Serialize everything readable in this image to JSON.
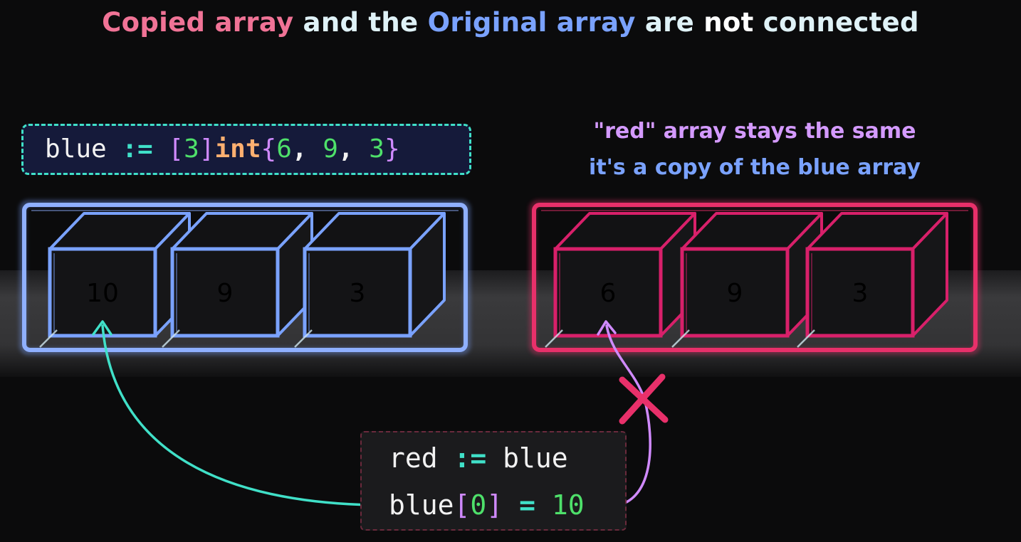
{
  "title": {
    "part1": "Copied array",
    "part2": " and the ",
    "part3": "Original array",
    "part4": " are ",
    "part5": "not",
    "part6": " connected"
  },
  "declaration": {
    "var": "blue",
    "op": " := ",
    "bracket_open": "[",
    "size": "3",
    "bracket_close": "]",
    "type": "int",
    "brace_open": "{",
    "v1": "6",
    "comma1": ", ",
    "v2": "9",
    "comma2": ", ",
    "v3": "3",
    "brace_close": "}"
  },
  "note": {
    "line1": "\"red\" array stays the same",
    "line2": "it's a copy of the blue array"
  },
  "blue_array": {
    "cells": [
      "10",
      "9",
      "3"
    ]
  },
  "red_array": {
    "cells": [
      "6",
      "9",
      "3"
    ]
  },
  "snippet": {
    "line1": {
      "lhs": "red",
      "op": " := ",
      "rhs": "blue"
    },
    "line2": {
      "var": "blue",
      "bracket_open": "[",
      "index": "0",
      "bracket_close": "]",
      "op": " = ",
      "value": "10"
    }
  },
  "colors": {
    "blue_accent": "#7aa2ff",
    "red_accent": "#e8306a",
    "teal": "#40e0c8",
    "purple": "#d08aff",
    "cross": "#e8306a",
    "title_pink": "#f07396",
    "title_text": "#dff2f7",
    "number_green": "#4ee06a",
    "keyword_orange": "#ffb070"
  }
}
